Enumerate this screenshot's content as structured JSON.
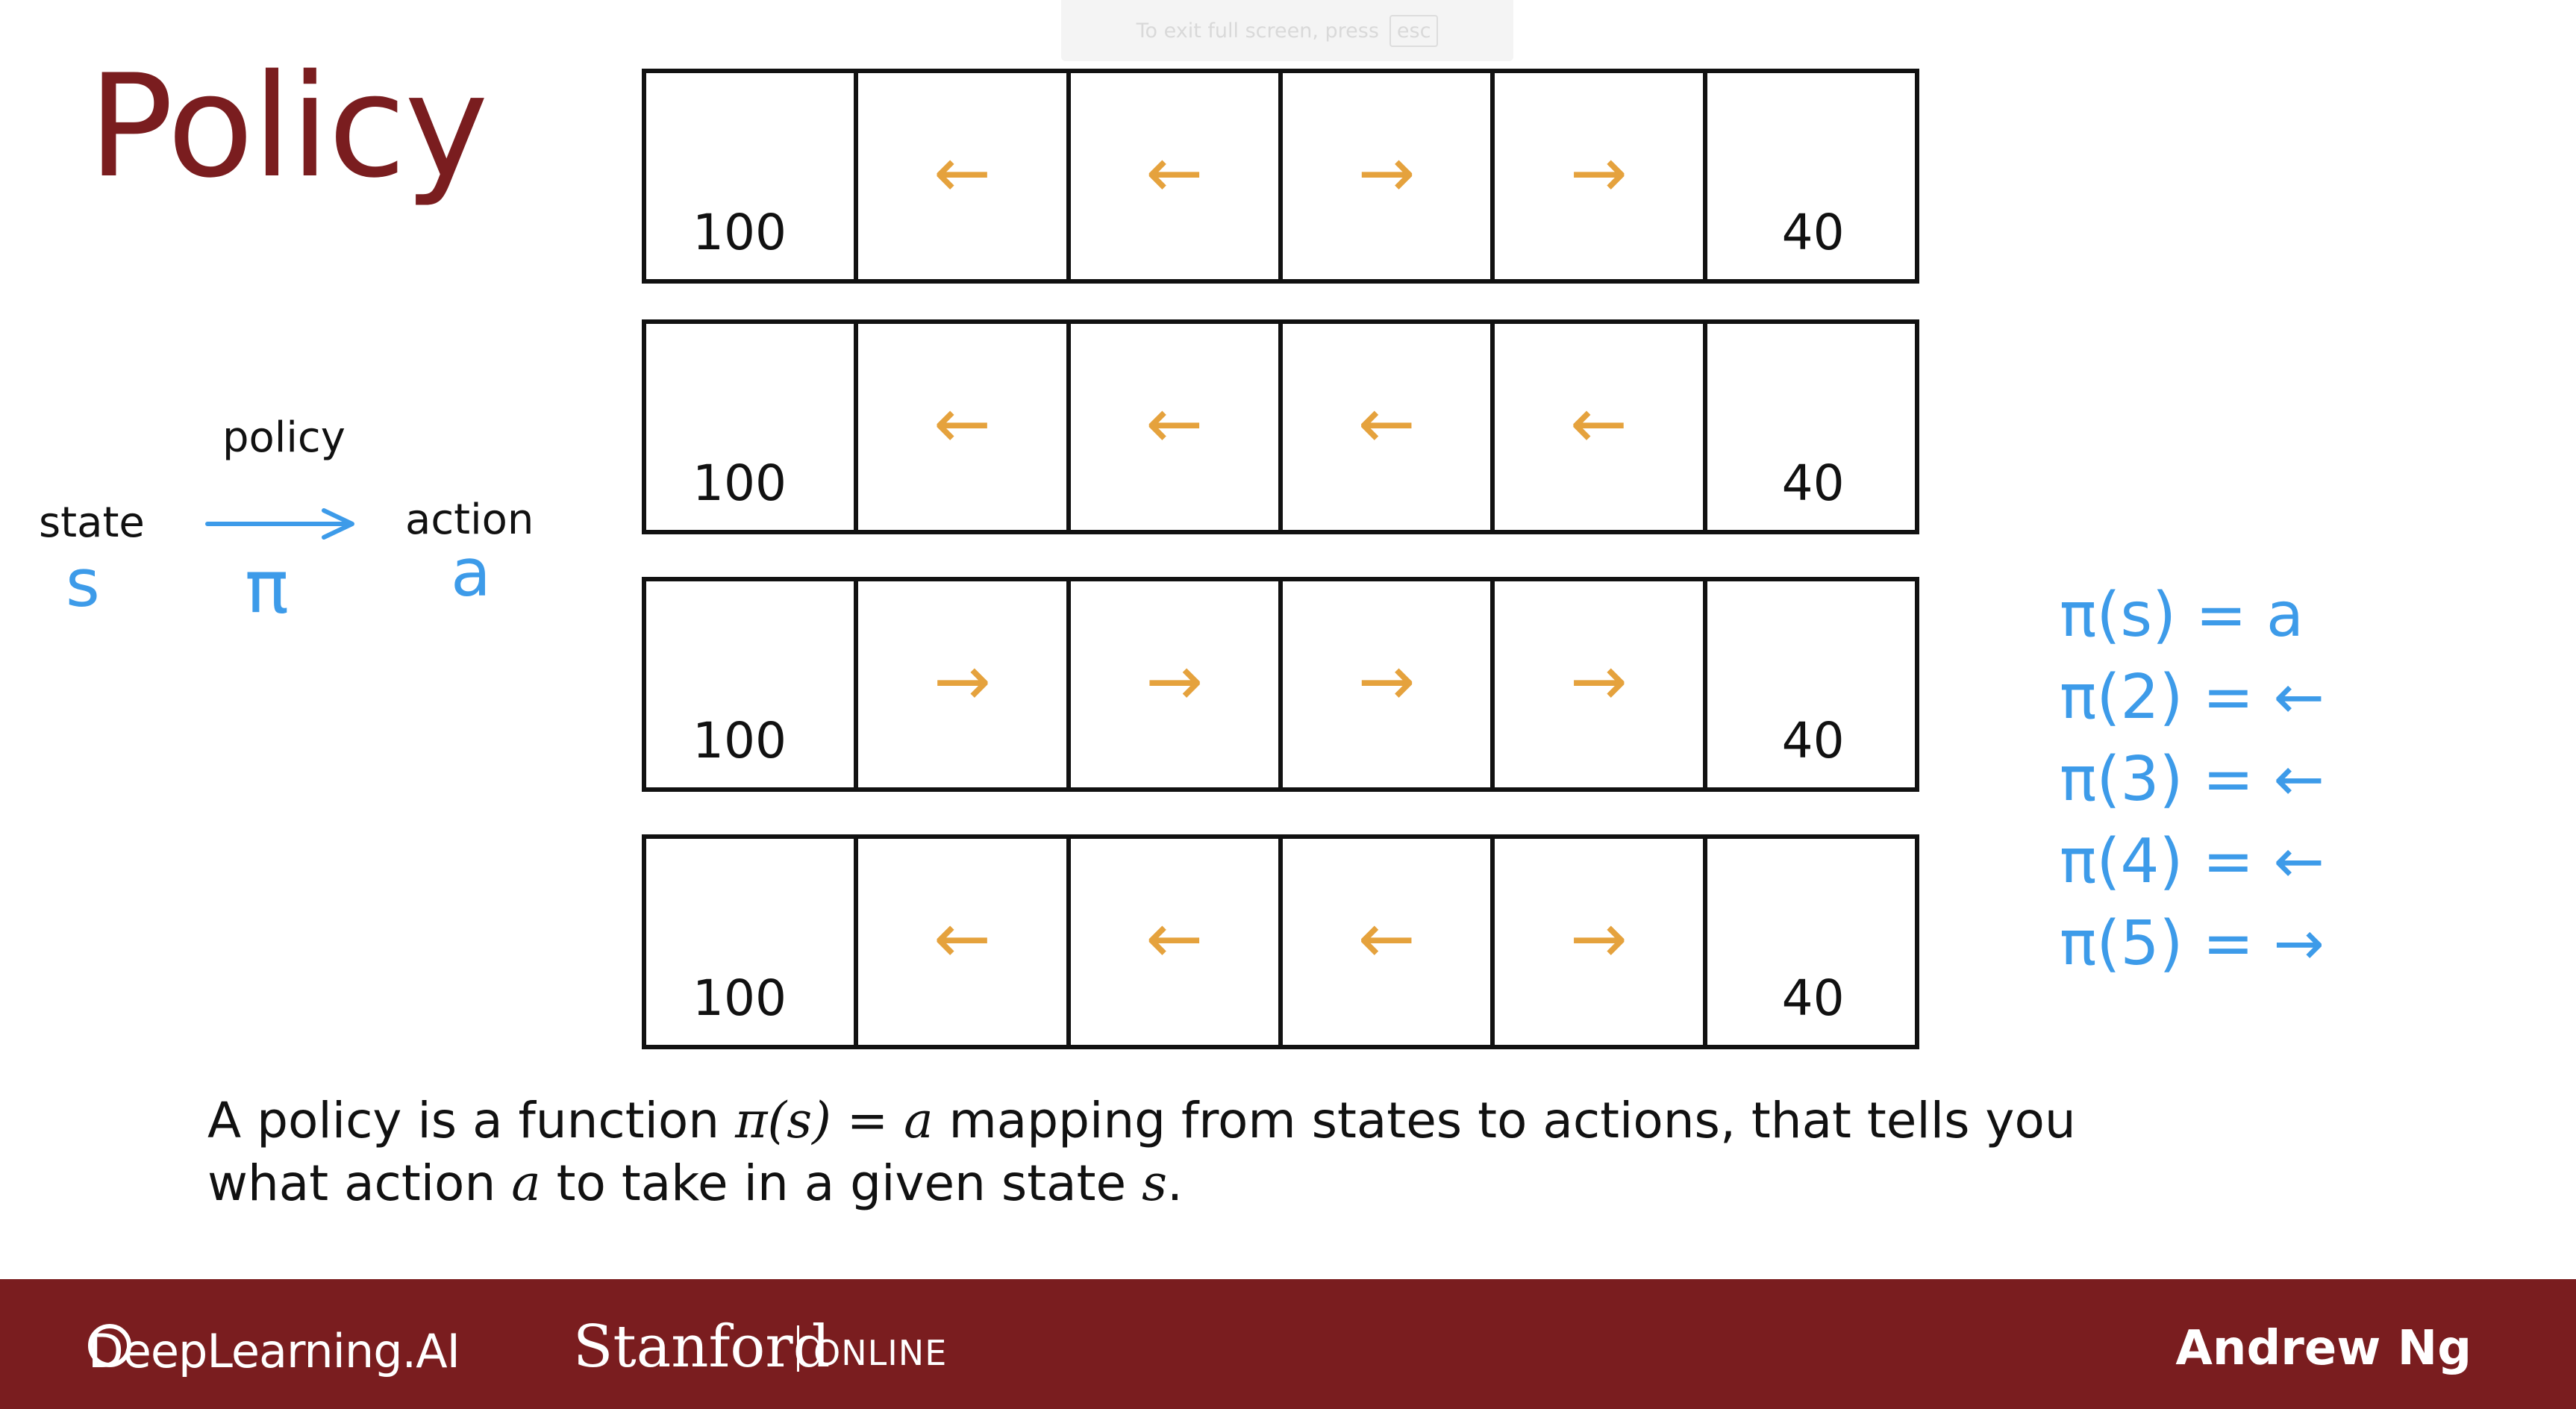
{
  "toast": {
    "text": "To exit full screen, press",
    "key": "esc"
  },
  "title": "Policy",
  "diagram": {
    "state_label": "state",
    "policy_label": "policy",
    "action_label": "action",
    "s_symbol": "s",
    "pi_symbol": "π",
    "a_symbol": "a"
  },
  "grid": {
    "left_reward": "100",
    "right_reward": "40",
    "rows": [
      [
        "←",
        "←",
        "→",
        "→"
      ],
      [
        "←",
        "←",
        "←",
        "←"
      ],
      [
        "→",
        "→",
        "→",
        "→"
      ],
      [
        "←",
        "←",
        "←",
        "→"
      ]
    ]
  },
  "notes": [
    "π(s) = a",
    "π(2) = ←",
    "π(3) = ←",
    "π(4) = ←",
    "π(5) = →"
  ],
  "caption": {
    "line1_a": "A policy is a function ",
    "line1_b": "π(s) = a",
    "line1_c": " mapping from states to actions, that tells you",
    "line2_a": "what action ",
    "line2_b": "a",
    "line2_c": " to take in a given state ",
    "line2_d": "s",
    "line2_e": "."
  },
  "footer": {
    "brand": "DeepLearning.AI",
    "university": "Stanford",
    "online": "ONLINE",
    "author": "Andrew Ng"
  },
  "colors": {
    "brand": "#7a1d1f",
    "arrow": "#e5a23d",
    "ink": "#3d9be9"
  }
}
